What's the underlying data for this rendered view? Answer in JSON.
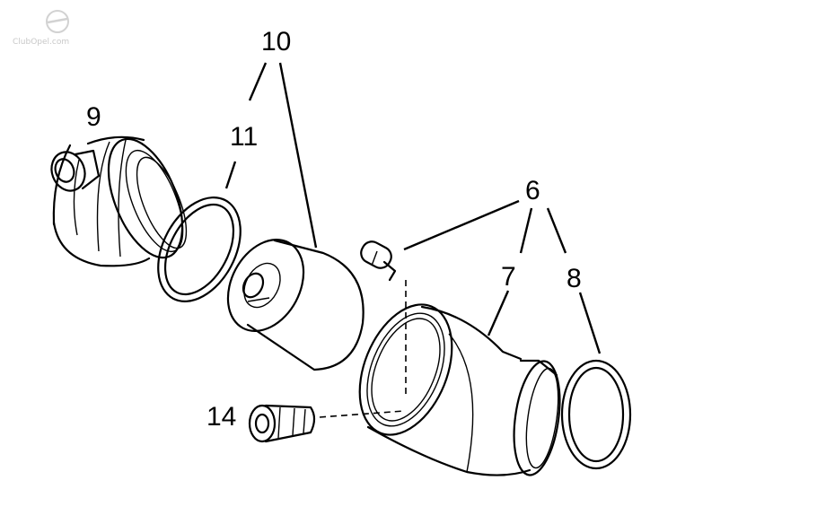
{
  "watermark": {
    "text": "ClubOpel.com"
  },
  "labels": {
    "l9": "9",
    "l10": "10",
    "l11": "11",
    "l6": "6",
    "l7": "7",
    "l8": "8",
    "l14": "14"
  }
}
